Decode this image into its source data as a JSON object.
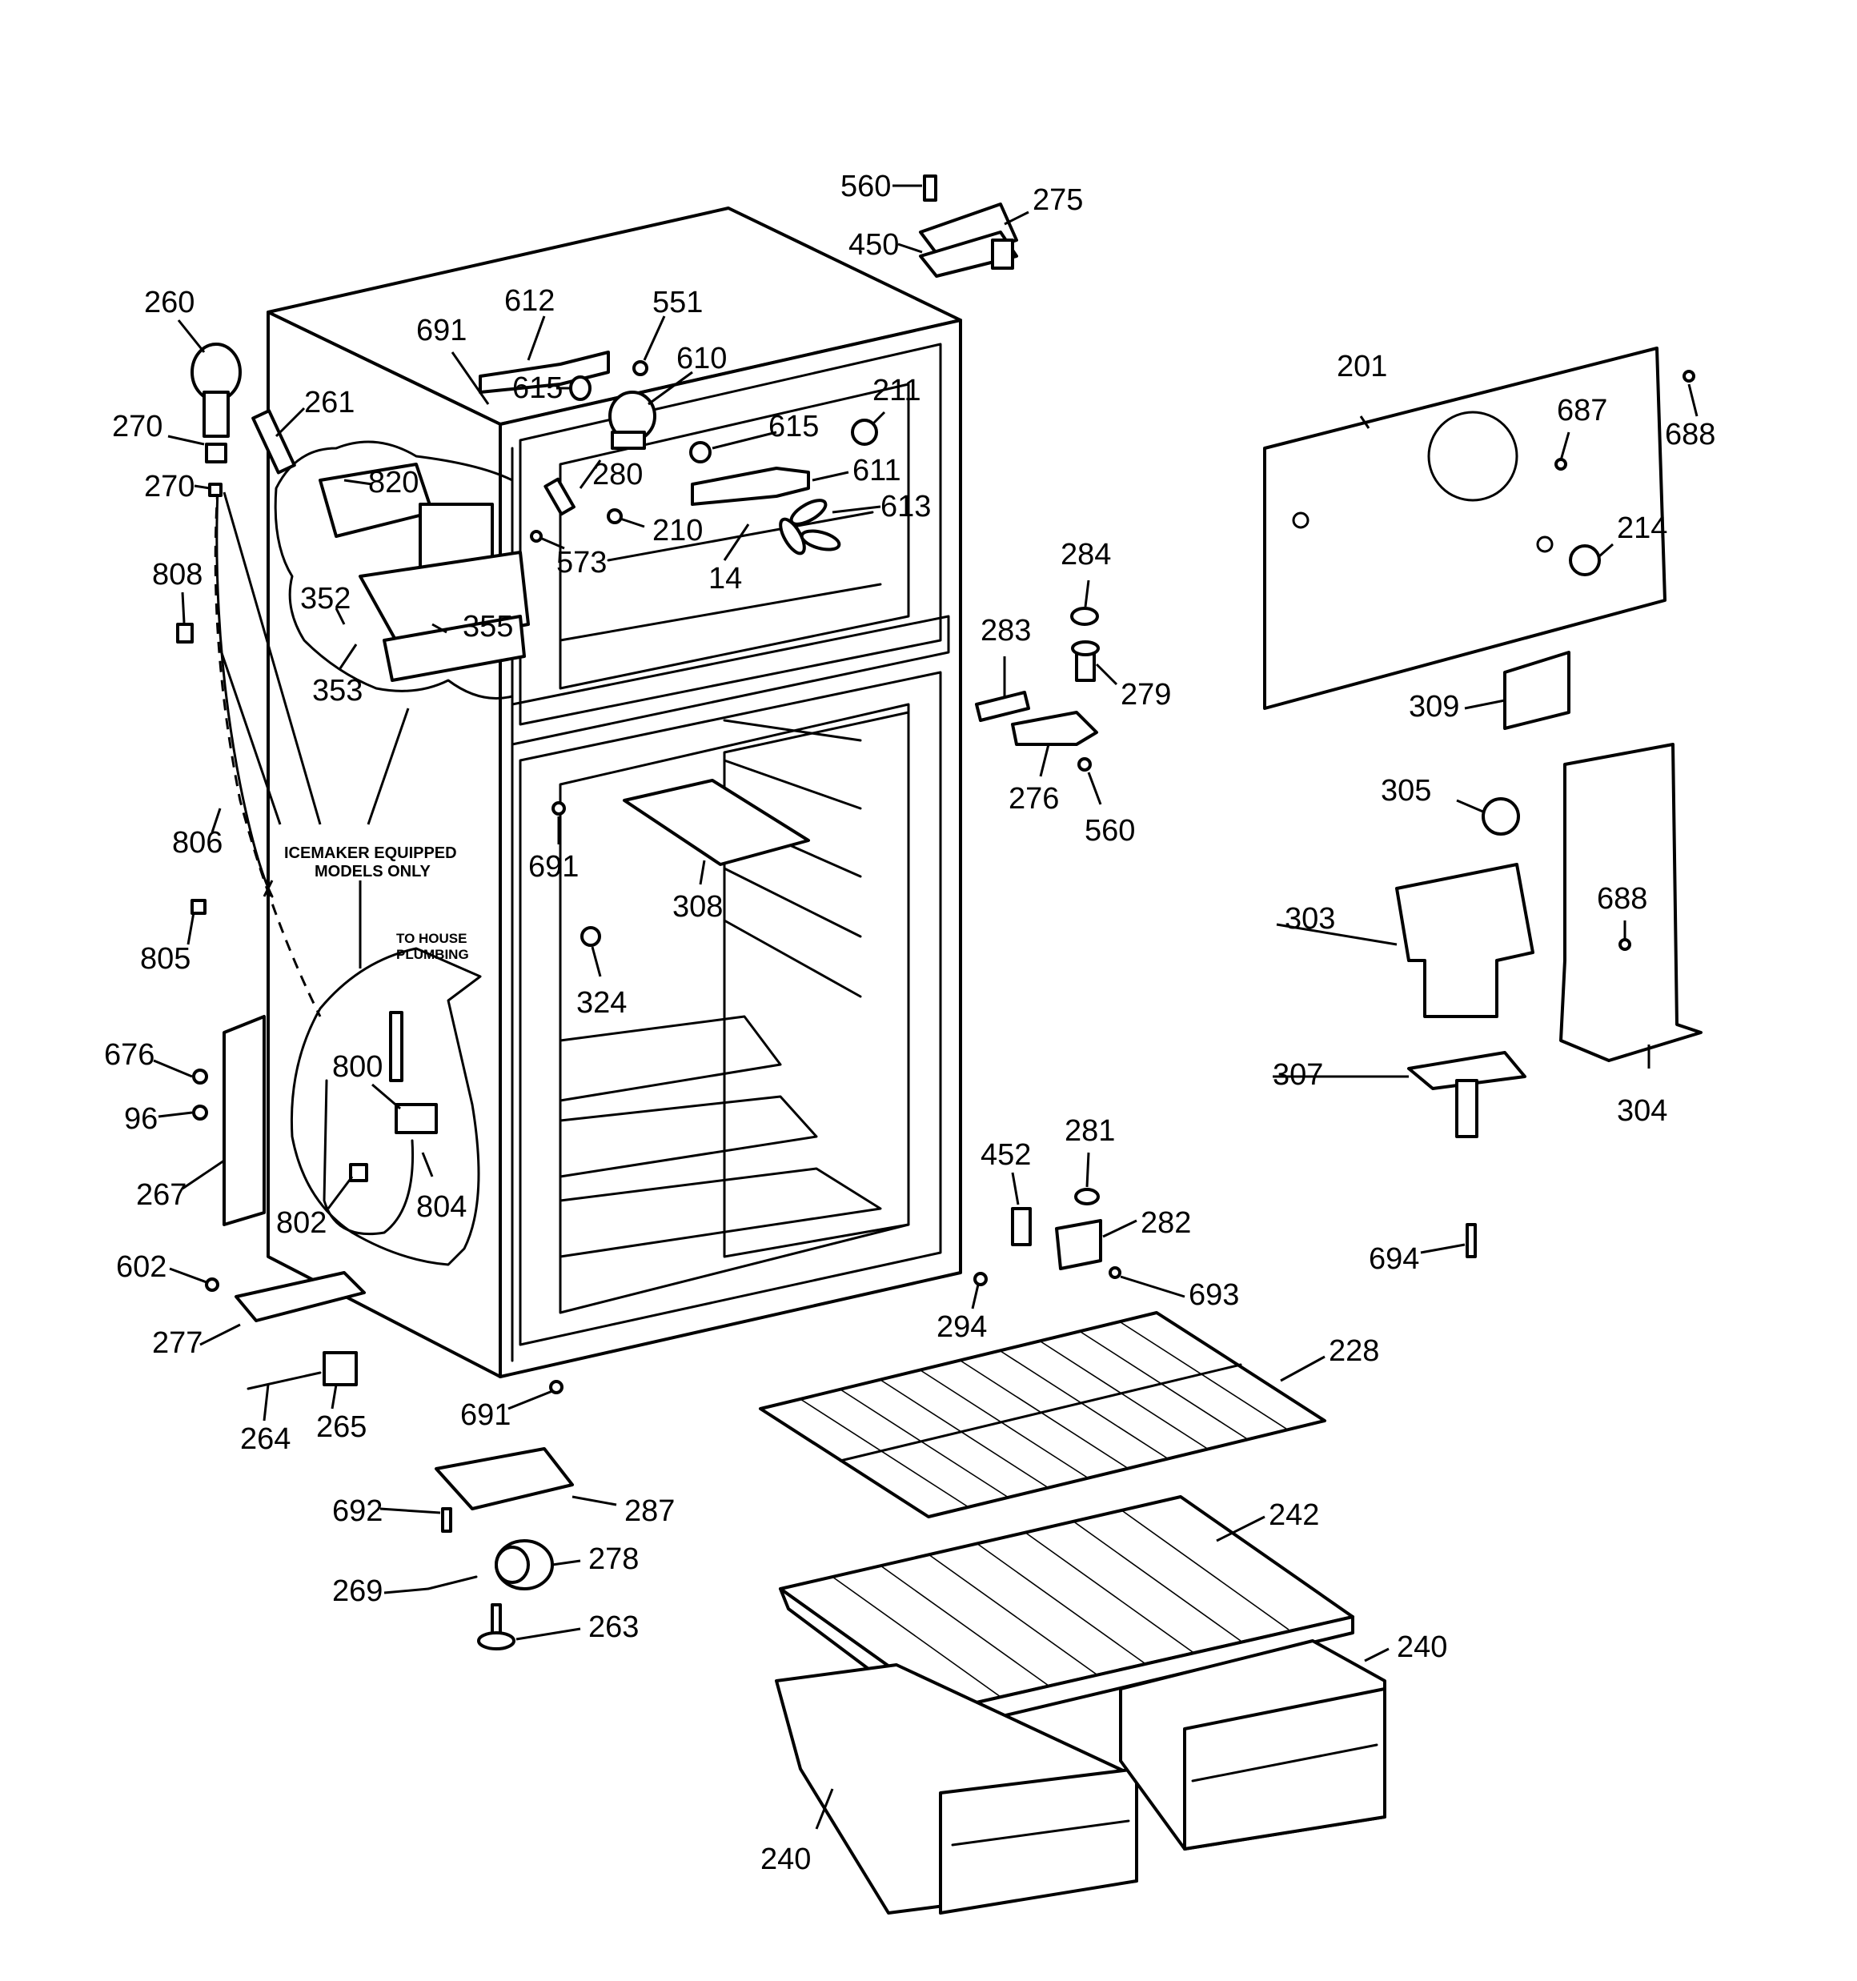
{
  "diagram": {
    "notes": {
      "icemaker_line1": "ICEMAKER EQUIPPED",
      "icemaker_line2": "MODELS ONLY",
      "plumbing_line1": "TO HOUSE",
      "plumbing_line2": "PLUMBING"
    },
    "callouts": {
      "c560a": "560",
      "c275": "275",
      "c450": "450",
      "c260": "260",
      "c612": "612",
      "c551": "551",
      "c691a": "691",
      "c610": "610",
      "c261": "261",
      "c615a": "615",
      "c270a": "270",
      "c615b": "615",
      "c211": "211",
      "c820": "820",
      "c280": "280",
      "c611": "611",
      "c270b": "270",
      "c210": "210",
      "c613": "613",
      "c573": "573",
      "c14": "14",
      "c808": "808",
      "c352": "352",
      "c355": "355",
      "c353": "353",
      "c201": "201",
      "c687": "687",
      "c688a": "688",
      "c214": "214",
      "c284": "284",
      "c283": "283",
      "c279": "279",
      "c309": "309",
      "c276": "276",
      "c560b": "560",
      "c305": "305",
      "c806": "806",
      "c691b": "691",
      "c308": "308",
      "c805": "805",
      "c324": "324",
      "c303": "303",
      "c688b": "688",
      "c676": "676",
      "c800": "800",
      "c307": "307",
      "c304": "304",
      "c96": "96",
      "c267": "267",
      "c802": "802",
      "c804": "804",
      "c452": "452",
      "c281": "281",
      "c282": "282",
      "c694": "694",
      "c602": "602",
      "c693": "693",
      "c294": "294",
      "c277": "277",
      "c228": "228",
      "c691c": "691",
      "c264": "264",
      "c265": "265",
      "c692": "692",
      "c287": "287",
      "c242": "242",
      "c278": "278",
      "c269": "269",
      "c263": "263",
      "c240a": "240",
      "c240b": "240"
    }
  }
}
